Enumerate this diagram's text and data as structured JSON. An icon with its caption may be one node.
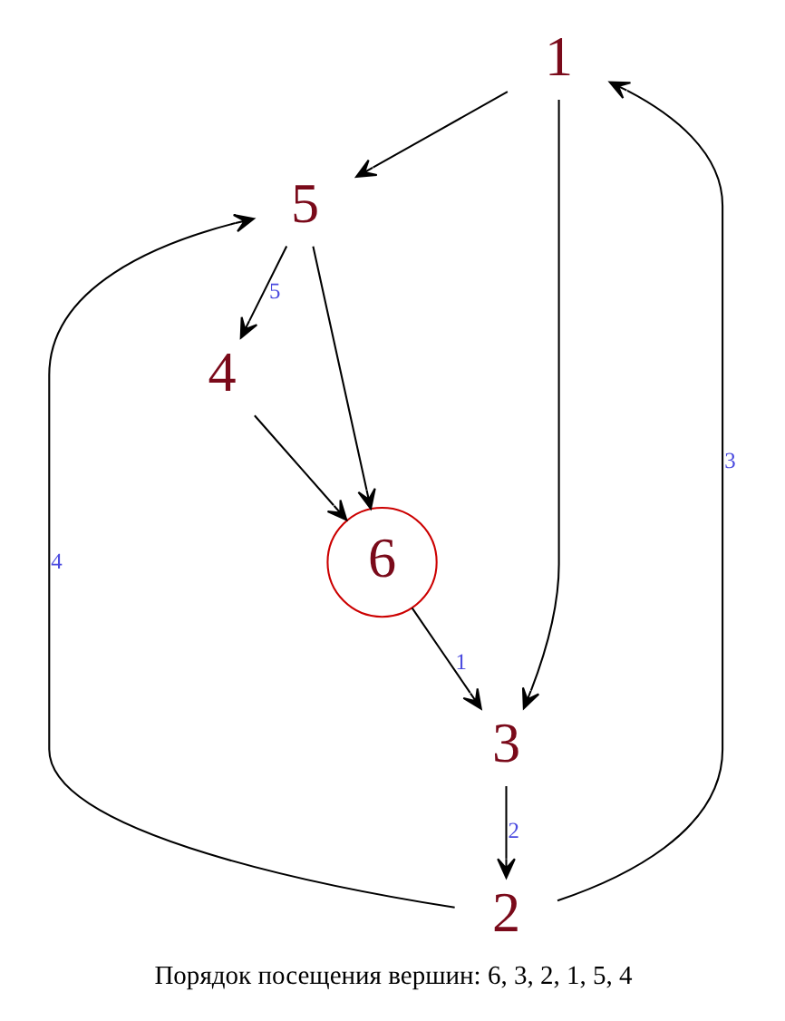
{
  "diagram": {
    "caption": "Порядок посещения вершин: 6, 3, 2, 1, 5, 4",
    "nodes": [
      {
        "text": [
          "1"
        ]
      },
      {
        "text": [
          "2"
        ]
      },
      {
        "text": [
          "5"
        ]
      },
      {
        "text": [
          "3"
        ]
      },
      {
        "text": [
          "4"
        ]
      },
      {
        "text": [
          "6"
        ]
      }
    ],
    "edges": [
      {
        "from": 5,
        "to": 3,
        "arrow": "to",
        "label": "1"
      },
      {
        "from": 3,
        "to": 1,
        "arrow": "to",
        "label": "2"
      },
      {
        "from": 1,
        "to": 0,
        "arrow": "to",
        "label": "3"
      },
      {
        "from": 1,
        "to": 2,
        "arrow": "to",
        "label": "4"
      },
      {
        "from": 2,
        "to": 4,
        "arrow": "to",
        "label": "5"
      },
      {
        "from": 0,
        "to": 3,
        "arrow": "to"
      },
      {
        "from": 0,
        "to": 2,
        "arrow": "to"
      },
      {
        "from": 2,
        "to": 5,
        "arrow": "to"
      },
      {
        "from": 4,
        "to": 5,
        "arrow": "to"
      }
    ]
  }
}
